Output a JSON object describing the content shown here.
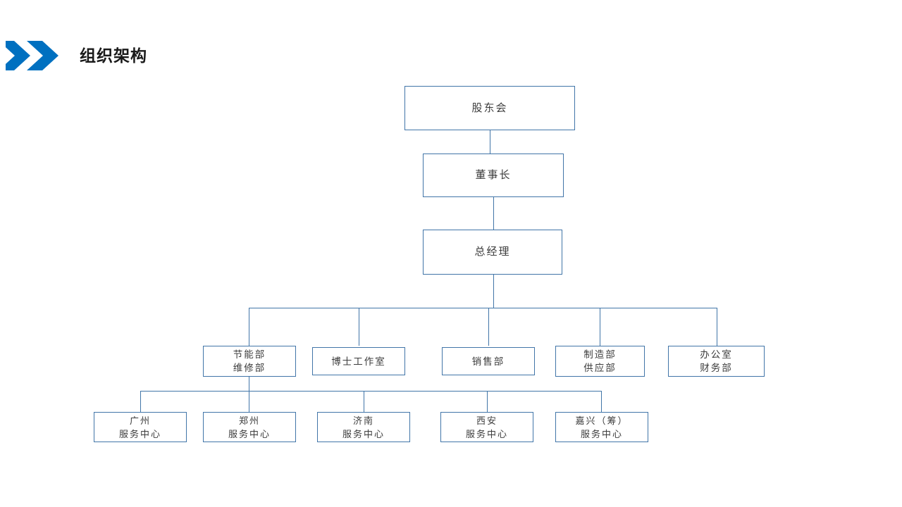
{
  "header": {
    "title": "组织架构",
    "chevron_icon": "double-chevron-right-icon",
    "accent_color": "#0070C0",
    "title_color": "#1a1a1a"
  },
  "chart_data": {
    "type": "diagram",
    "diagram_type": "organization-chart",
    "title": "组织架构",
    "line_color": "#4175a8",
    "box_fill": "#ffffff",
    "text_color": "#3c3c3c",
    "levels": [
      {
        "level": 1,
        "nodes": [
          {
            "id": "shareholders",
            "line1": "股东会",
            "line2": ""
          }
        ]
      },
      {
        "level": 2,
        "nodes": [
          {
            "id": "chairman",
            "line1": "董事长",
            "line2": ""
          }
        ]
      },
      {
        "level": 3,
        "nodes": [
          {
            "id": "general-manager",
            "line1": "总经理",
            "line2": ""
          }
        ]
      },
      {
        "level": 4,
        "nodes": [
          {
            "id": "energy-maintenance",
            "line1": "节能部",
            "line2": "维修部"
          },
          {
            "id": "doctoral-studio",
            "line1": "博士工作室",
            "line2": ""
          },
          {
            "id": "sales",
            "line1": "销售部",
            "line2": ""
          },
          {
            "id": "manufacturing-supply",
            "line1": "制造部",
            "line2": "供应部"
          },
          {
            "id": "office-finance",
            "line1": "办公室",
            "line2": "财务部"
          }
        ]
      },
      {
        "level": 5,
        "nodes": [
          {
            "id": "guangzhou",
            "line1": "广州",
            "line2": "服务中心"
          },
          {
            "id": "zhengzhou",
            "line1": "郑州",
            "line2": "服务中心"
          },
          {
            "id": "jinan",
            "line1": "济南",
            "line2": "服务中心"
          },
          {
            "id": "xian",
            "line1": "西安",
            "line2": "服务中心"
          },
          {
            "id": "jiaxing",
            "line1": "嘉兴（筹）",
            "line2": "服务中心"
          }
        ]
      }
    ],
    "edges": [
      {
        "from": "shareholders",
        "to": "chairman"
      },
      {
        "from": "chairman",
        "to": "general-manager"
      },
      {
        "from": "general-manager",
        "to": "energy-maintenance"
      },
      {
        "from": "general-manager",
        "to": "doctoral-studio"
      },
      {
        "from": "general-manager",
        "to": "sales"
      },
      {
        "from": "general-manager",
        "to": "manufacturing-supply"
      },
      {
        "from": "general-manager",
        "to": "office-finance"
      },
      {
        "from": "energy-maintenance",
        "to": "guangzhou"
      },
      {
        "from": "energy-maintenance",
        "to": "zhengzhou"
      },
      {
        "from": "energy-maintenance",
        "to": "jinan"
      },
      {
        "from": "energy-maintenance",
        "to": "xian"
      },
      {
        "from": "energy-maintenance",
        "to": "jiaxing"
      }
    ]
  }
}
